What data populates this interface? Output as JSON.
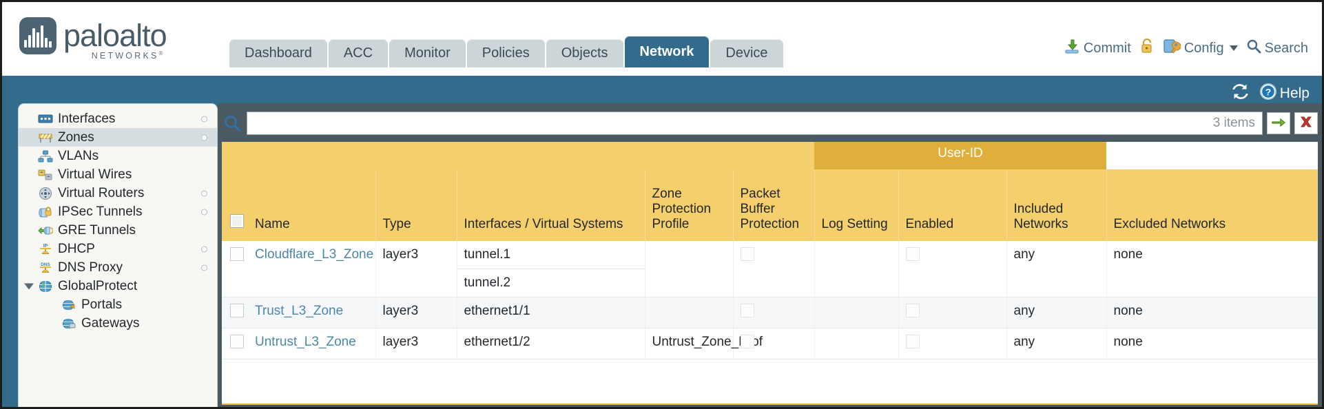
{
  "brand": {
    "name": "paloalto",
    "sub": "NETWORKS",
    "sub_mark": "®",
    "logo_icon": "waveform-logo-icon"
  },
  "nav": {
    "tabs": [
      {
        "label": "Dashboard",
        "active": false
      },
      {
        "label": "ACC",
        "active": false
      },
      {
        "label": "Monitor",
        "active": false
      },
      {
        "label": "Policies",
        "active": false
      },
      {
        "label": "Objects",
        "active": false
      },
      {
        "label": "Network",
        "active": true
      },
      {
        "label": "Device",
        "active": false
      }
    ]
  },
  "header_actions": {
    "commit": {
      "label": "Commit",
      "icon": "commit-download-icon"
    },
    "lock": {
      "label": "",
      "icon": "padlock-icon"
    },
    "config": {
      "label": "Config",
      "icon": "config-wrench-icon",
      "caret": "chevron-down-icon"
    },
    "search": {
      "label": "Search",
      "icon": "search-icon"
    }
  },
  "band": {
    "refresh": {
      "label": "",
      "icon": "refresh-icon"
    },
    "help": {
      "label": "Help",
      "icon": "help-circle-icon"
    }
  },
  "sidebar": {
    "items": [
      {
        "label": "Interfaces",
        "icon": "interfaces-icon",
        "selected": false,
        "dot": true,
        "child": false,
        "expander": false
      },
      {
        "label": "Zones",
        "icon": "zones-barrier-icon",
        "selected": true,
        "dot": true,
        "child": false,
        "expander": false
      },
      {
        "label": "VLANs",
        "icon": "vlans-icon",
        "selected": false,
        "dot": false,
        "child": false,
        "expander": false
      },
      {
        "label": "Virtual Wires",
        "icon": "virtual-wires-icon",
        "selected": false,
        "dot": false,
        "child": false,
        "expander": false
      },
      {
        "label": "Virtual Routers",
        "icon": "virtual-routers-icon",
        "selected": false,
        "dot": true,
        "child": false,
        "expander": false
      },
      {
        "label": "IPSec Tunnels",
        "icon": "ipsec-tunnel-icon",
        "selected": false,
        "dot": true,
        "child": false,
        "expander": false
      },
      {
        "label": "GRE Tunnels",
        "icon": "gre-tunnel-icon",
        "selected": false,
        "dot": false,
        "child": false,
        "expander": false
      },
      {
        "label": "DHCP",
        "icon": "dhcp-ip-icon",
        "selected": false,
        "dot": true,
        "child": false,
        "expander": false
      },
      {
        "label": "DNS Proxy",
        "icon": "dns-proxy-icon",
        "selected": false,
        "dot": true,
        "child": false,
        "expander": false
      },
      {
        "label": "GlobalProtect",
        "icon": "globe-icon",
        "selected": false,
        "dot": false,
        "child": false,
        "expander": true
      },
      {
        "label": "Portals",
        "icon": "portals-icon",
        "selected": false,
        "dot": false,
        "child": true,
        "expander": false
      },
      {
        "label": "Gateways",
        "icon": "gateways-icon",
        "selected": false,
        "dot": false,
        "child": true,
        "expander": false
      }
    ]
  },
  "search": {
    "value": "",
    "placeholder": "",
    "icon": "search-icon",
    "items_count": "3 items",
    "apply": {
      "icon": "green-arrow-icon"
    },
    "clear": {
      "icon": "red-x-icon"
    }
  },
  "table": {
    "group_header": {
      "label": "User-ID",
      "span": 3
    },
    "columns": [
      "Name",
      "Type",
      "Interfaces / Virtual Systems",
      "Zone Protection Profile",
      "Packet Buffer Protection",
      "Log Setting",
      "Enabled",
      "Included Networks",
      "Excluded Networks"
    ],
    "rows": [
      {
        "selected": false,
        "name": "Cloudflare_L3_Zone",
        "type": "layer3",
        "interfaces": [
          "tunnel.1",
          "tunnel.2"
        ],
        "zone_protection_profile": "",
        "packet_buffer_protection": false,
        "log_setting": "",
        "userid_enabled": false,
        "included_networks": "any",
        "excluded_networks": "none"
      },
      {
        "selected": false,
        "name": "Trust_L3_Zone",
        "type": "layer3",
        "interfaces": [
          "ethernet1/1"
        ],
        "zone_protection_profile": "",
        "packet_buffer_protection": false,
        "log_setting": "",
        "userid_enabled": false,
        "included_networks": "any",
        "excluded_networks": "none"
      },
      {
        "selected": false,
        "name": "Untrust_L3_Zone",
        "type": "layer3",
        "interfaces": [
          "ethernet1/2"
        ],
        "zone_protection_profile": "Untrust_Zone_Prof",
        "packet_buffer_protection": false,
        "log_setting": "",
        "userid_enabled": false,
        "included_networks": "any",
        "excluded_networks": "none"
      }
    ]
  },
  "colors": {
    "brand_blue": "#336b8c",
    "header_amber": "#f5cf6b",
    "group_amber": "#e0ae3b",
    "link_blue": "#4a87a8",
    "panel_dark": "#4a5962"
  }
}
